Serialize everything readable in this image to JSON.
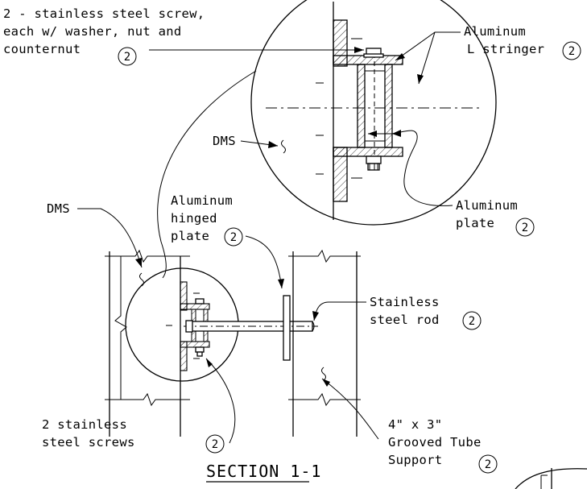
{
  "labels": {
    "screw_note": [
      "2 - stainless steel screw,",
      "each w/ washer, nut and",
      "counternut"
    ],
    "al_stringer": [
      "Aluminum",
      "L stringer"
    ],
    "dms_top": "DMS",
    "al_plate": [
      "Aluminum",
      "plate"
    ],
    "dms_left": "DMS",
    "hinged_plate": [
      "Aluminum",
      "hinged",
      "plate"
    ],
    "rod": [
      "Stainless",
      "steel rod"
    ],
    "screws": [
      "2 stainless",
      "steel screws"
    ],
    "tube": [
      "4\" x 3\"",
      "Grooved Tube",
      "Support"
    ],
    "title": "SECTION 1-1"
  },
  "callout_number": "2"
}
